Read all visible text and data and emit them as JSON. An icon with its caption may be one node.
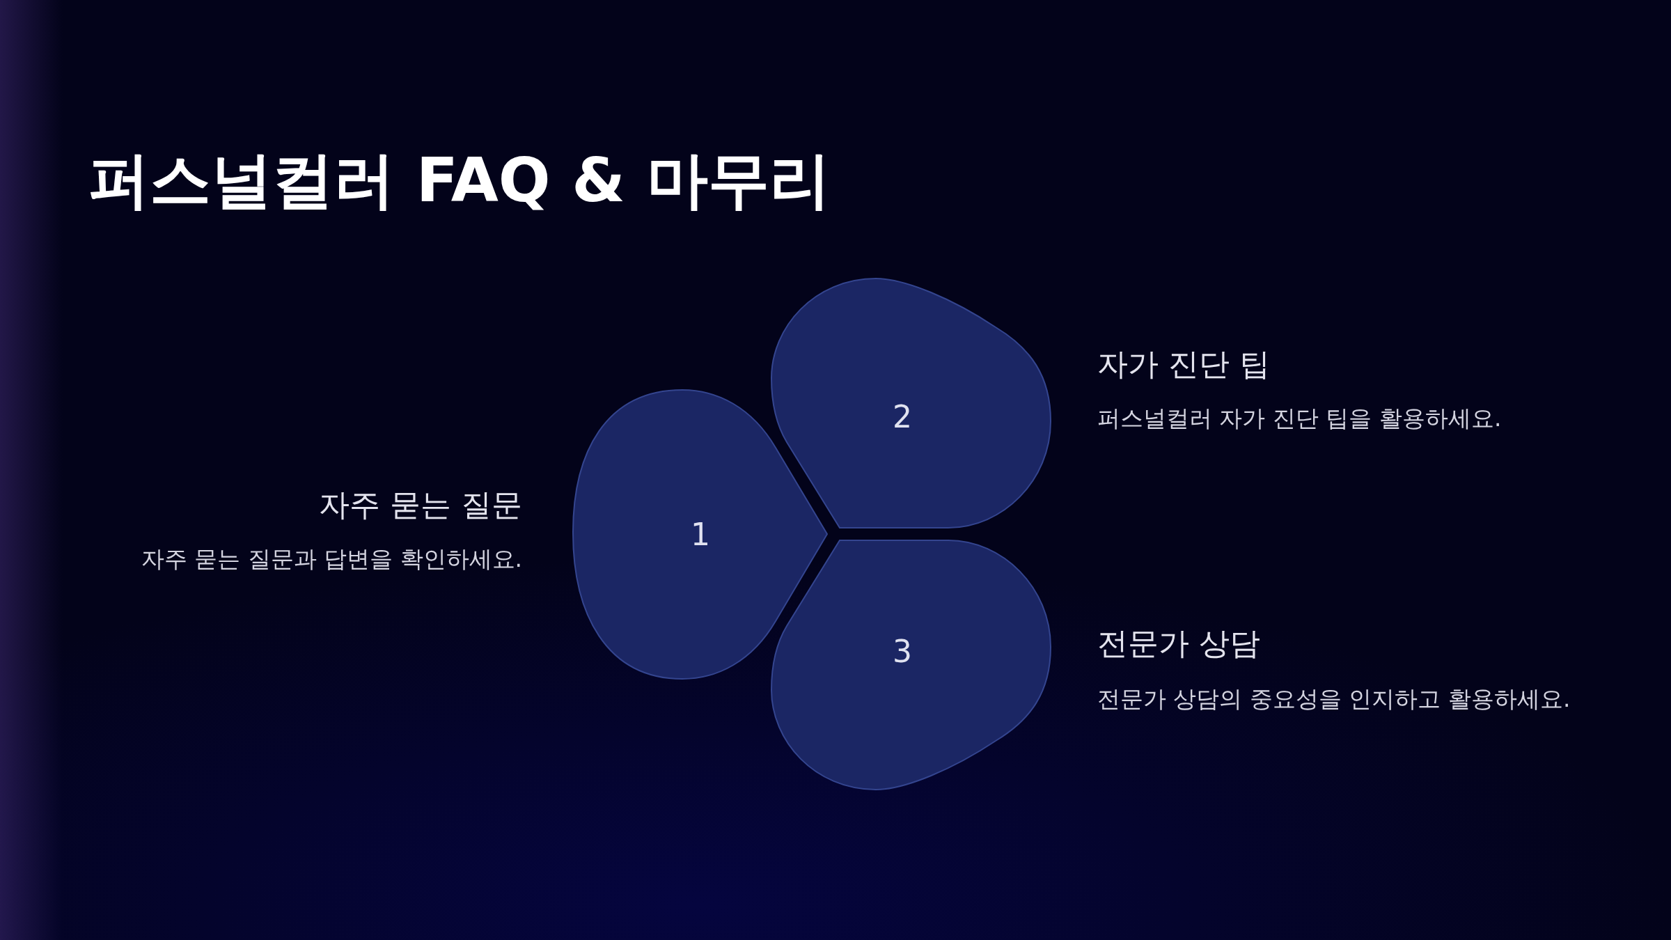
{
  "diagram": {
    "title": "퍼스널컬러 FAQ & 마무리",
    "nodes": [
      {
        "text": [
          "1"
        ],
        "beside": [
          "자주 묻는 질문",
          "자주 묻는 질문과 답변을 확인하세요."
        ]
      },
      {
        "text": [
          "2"
        ],
        "beside": [
          "자가 진단 팁",
          "퍼스널컬러 자가 진단 팁을 활용하세요."
        ]
      },
      {
        "text": [
          "3"
        ],
        "beside": [
          "전문가 상담",
          "전문가 상담의 중요성을 인지하고 활용하세요."
        ]
      }
    ]
  }
}
